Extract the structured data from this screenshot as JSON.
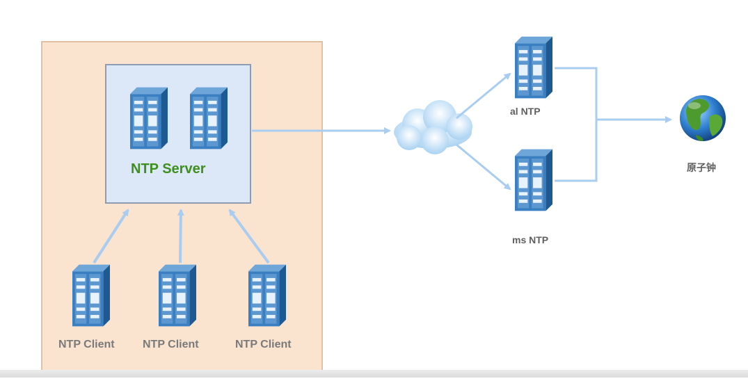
{
  "server": {
    "label": "NTP Server"
  },
  "clients": [
    {
      "label": "NTP Client"
    },
    {
      "label": "NTP Client"
    },
    {
      "label": "NTP Client"
    }
  ],
  "upstream": [
    {
      "label": "al NTP"
    },
    {
      "label": "ms NTP"
    }
  ],
  "atomic_clock": {
    "label": "原子钟"
  },
  "icons": {
    "server": "server-rack-icon",
    "cloud": "cloud-icon",
    "globe": "globe-icon"
  },
  "colors": {
    "zone_fill": "#fbe4cf",
    "zone_border": "#e2c0a0",
    "server_box_fill": "#dce7f8",
    "server_box_border": "#8e9cb3",
    "arrow": "#a9cdf0",
    "server_icon": "#3a7fc1",
    "server_label": "#3f8f1f"
  }
}
